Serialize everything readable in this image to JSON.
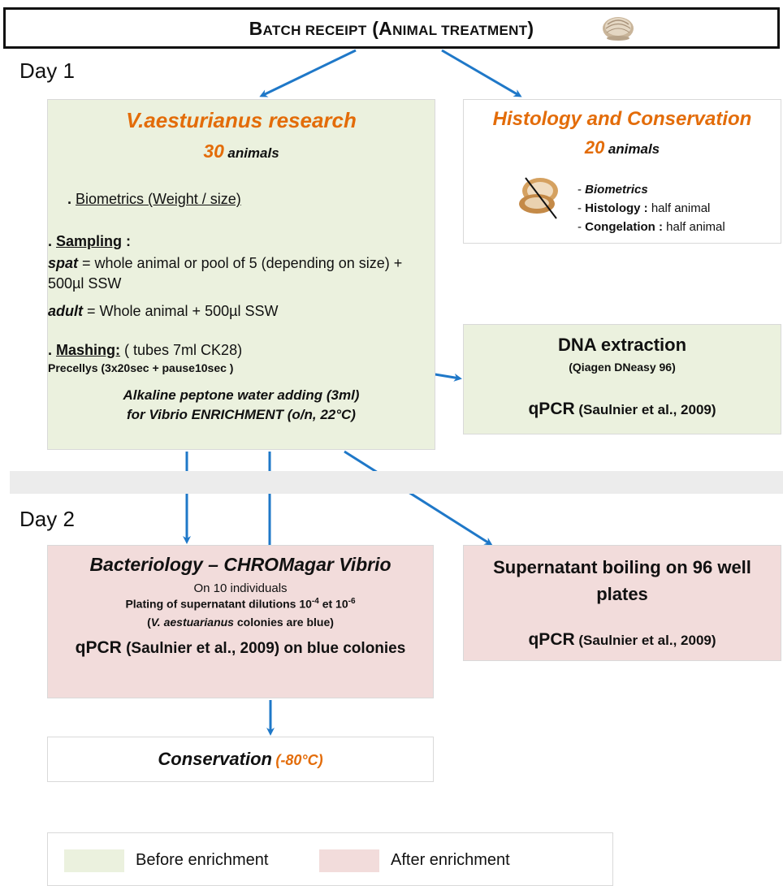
{
  "header": {
    "title_b1": "B",
    "title_s1": "ATCH RECEIPT",
    "title_b2": " (A",
    "title_s2": "NIMAL TREATMENT",
    "title_b3": ")"
  },
  "days": {
    "day1": "Day 1",
    "day2": "Day 2"
  },
  "research": {
    "title": "V.aesturianus research",
    "count": "30",
    "count_unit": "animals",
    "biometrics_prefix": ". ",
    "biometrics_label": "Biometrics (Weight / size)",
    "sampling_prefix": ". ",
    "sampling_label": "Sampling",
    "sampling_suffix": " :",
    "spat_label": "spat",
    "spat_text": " = whole animal or pool of 5 (depending on size) + 500µl SSW",
    "adult_label": "adult",
    "adult_text": " = Whole animal + 500µl SSW",
    "mashing_prefix": ". ",
    "mashing_label": "Mashing:",
    "mashing_text": " ( tubes 7ml CK28)",
    "precellys": "Precellys (3x20sec + pause10sec )",
    "alkaline_line1": "Alkaline peptone water adding (3ml)",
    "alkaline_line2": "for Vibrio ENRICHMENT (o/n, 22°C)"
  },
  "histology": {
    "title": "Histology and Conservation",
    "count": "20",
    "count_unit": "animals",
    "item1_prefix": "- ",
    "item1": "Biometrics",
    "item2_prefix": "- ",
    "item2_label": "Histology :",
    "item2_text": " half animal",
    "item3_prefix": "- ",
    "item3_label": "Congelation :",
    "item3_text": " half animal"
  },
  "dna": {
    "title": "DNA extraction",
    "kit": "(Qiagen DNeasy 96)",
    "qpcr_label": "qPCR",
    "qpcr_ref": " (Saulnier et al., 2009)"
  },
  "bacteriology": {
    "title": "Bacteriology – CHROMagar Vibrio",
    "individuals": "On 10 individuals",
    "plating_text": "Plating  of supernatant dilutions 10",
    "plating_exp1": "-4",
    "plating_mid": " et 10",
    "plating_exp2": "-6",
    "colonies_open": "(",
    "colonies_species": "V. aestuarianus",
    "colonies_close": " colonies are blue)",
    "qpcr_label": "qPCR",
    "qpcr_ref": " (Saulnier et al., 2009) on blue colonies"
  },
  "boiling": {
    "title": "Supernatant boiling on 96 well plates",
    "qpcr_label": "qPCR",
    "qpcr_ref": " (Saulnier et al., 2009)"
  },
  "conservation": {
    "title": "Conservation",
    "temp": "(-80°C)"
  },
  "legend": {
    "before": "Before enrichment",
    "after": "After enrichment",
    "before_color": "#ebf1de",
    "after_color": "#f2dcdb"
  },
  "colors": {
    "arrow": "#1f78c8",
    "orange": "#e36c09"
  },
  "icons": [
    "clam-shell-icon",
    "opened-clam-icon"
  ]
}
